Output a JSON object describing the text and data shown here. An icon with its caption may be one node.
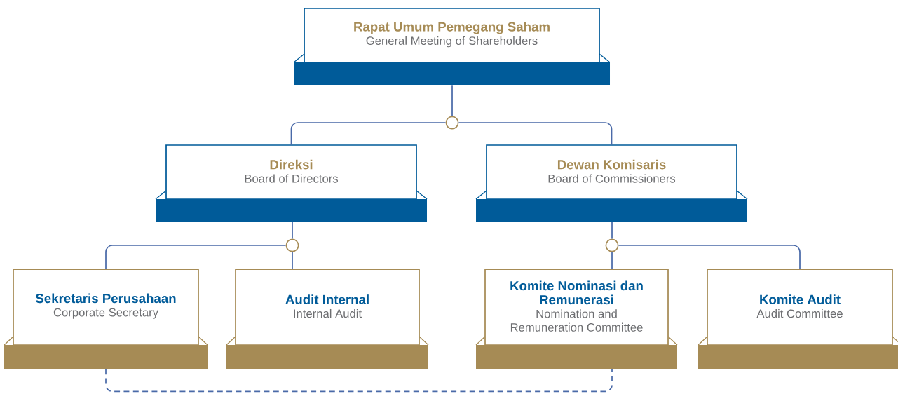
{
  "diagram": {
    "nodes": [
      {
        "text": [
          "Rapat Umum Pemegang Saham",
          "General Meeting of Shareholders"
        ]
      },
      {
        "text": [],
        "shape": "circle"
      },
      {
        "text": [
          "Direksi",
          "Board of Directors"
        ]
      },
      {
        "text": [
          "Dewan Komisaris",
          "Board of Commissioners"
        ]
      },
      {
        "text": [],
        "shape": "circle"
      },
      {
        "text": [],
        "shape": "circle"
      },
      {
        "text": [
          "Sekretaris Perusahaan",
          "Corporate Secretary"
        ]
      },
      {
        "text": [
          "Audit Internal",
          "Internal Audit"
        ]
      },
      {
        "text": [
          "Komite Nominasi dan Remunerasi",
          "Nomination and Remuneration Committee"
        ]
      },
      {
        "text": [
          "Komite Audit",
          "Audit Committee"
        ]
      }
    ],
    "edges": [
      {
        "from": 0,
        "to": 1,
        "arrow": "none"
      },
      {
        "from": 1,
        "to": 2,
        "arrow": "none"
      },
      {
        "from": 1,
        "to": 3,
        "arrow": "none"
      },
      {
        "from": 2,
        "to": 4,
        "arrow": "none"
      },
      {
        "from": 4,
        "to": 6,
        "arrow": "none"
      },
      {
        "from": 4,
        "to": 7,
        "arrow": "none"
      },
      {
        "from": 3,
        "to": 5,
        "arrow": "none"
      },
      {
        "from": 5,
        "to": 8,
        "arrow": "none"
      },
      {
        "from": 5,
        "to": 9,
        "arrow": "none"
      },
      {
        "from": 6,
        "to": 8,
        "arrow": "none",
        "style": "dashed"
      }
    ]
  }
}
